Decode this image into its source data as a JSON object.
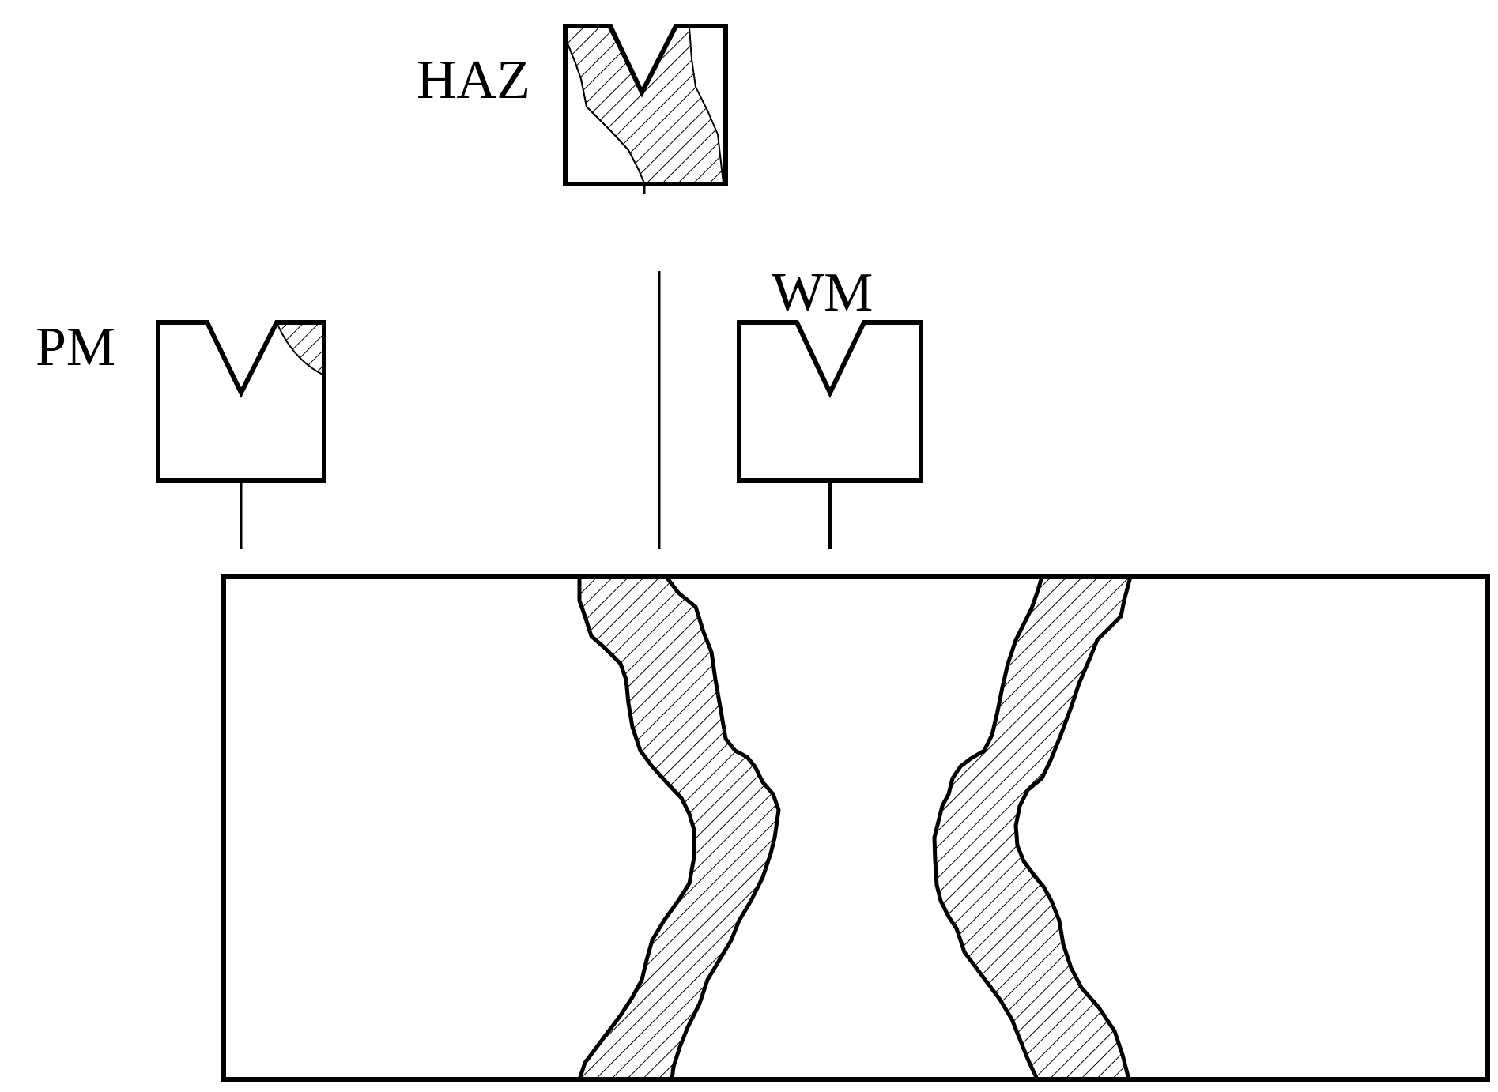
{
  "labels": {
    "haz": "HAZ",
    "pm": "PM",
    "wm": "WM"
  },
  "colors": {
    "line": "#000000",
    "background": "#ffffff"
  }
}
